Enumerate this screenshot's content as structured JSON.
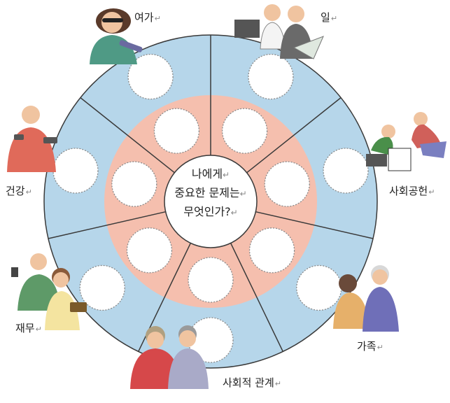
{
  "center": {
    "line1": "나에게",
    "line2": "중요한 문제는",
    "line3": "무엇인가?"
  },
  "categories": {
    "leisure": "여가",
    "work": "일",
    "social_contribution": "사회공헌",
    "family": "가족",
    "social_relations": "사회적 관계",
    "finance": "재무",
    "health": "건강"
  },
  "return_mark": "↵",
  "colors": {
    "outer_ring": "#b6d6ea",
    "inner_ring": "#f5bfae",
    "divider": "#3a3a3a",
    "slot_border": "#8a8a8a"
  }
}
